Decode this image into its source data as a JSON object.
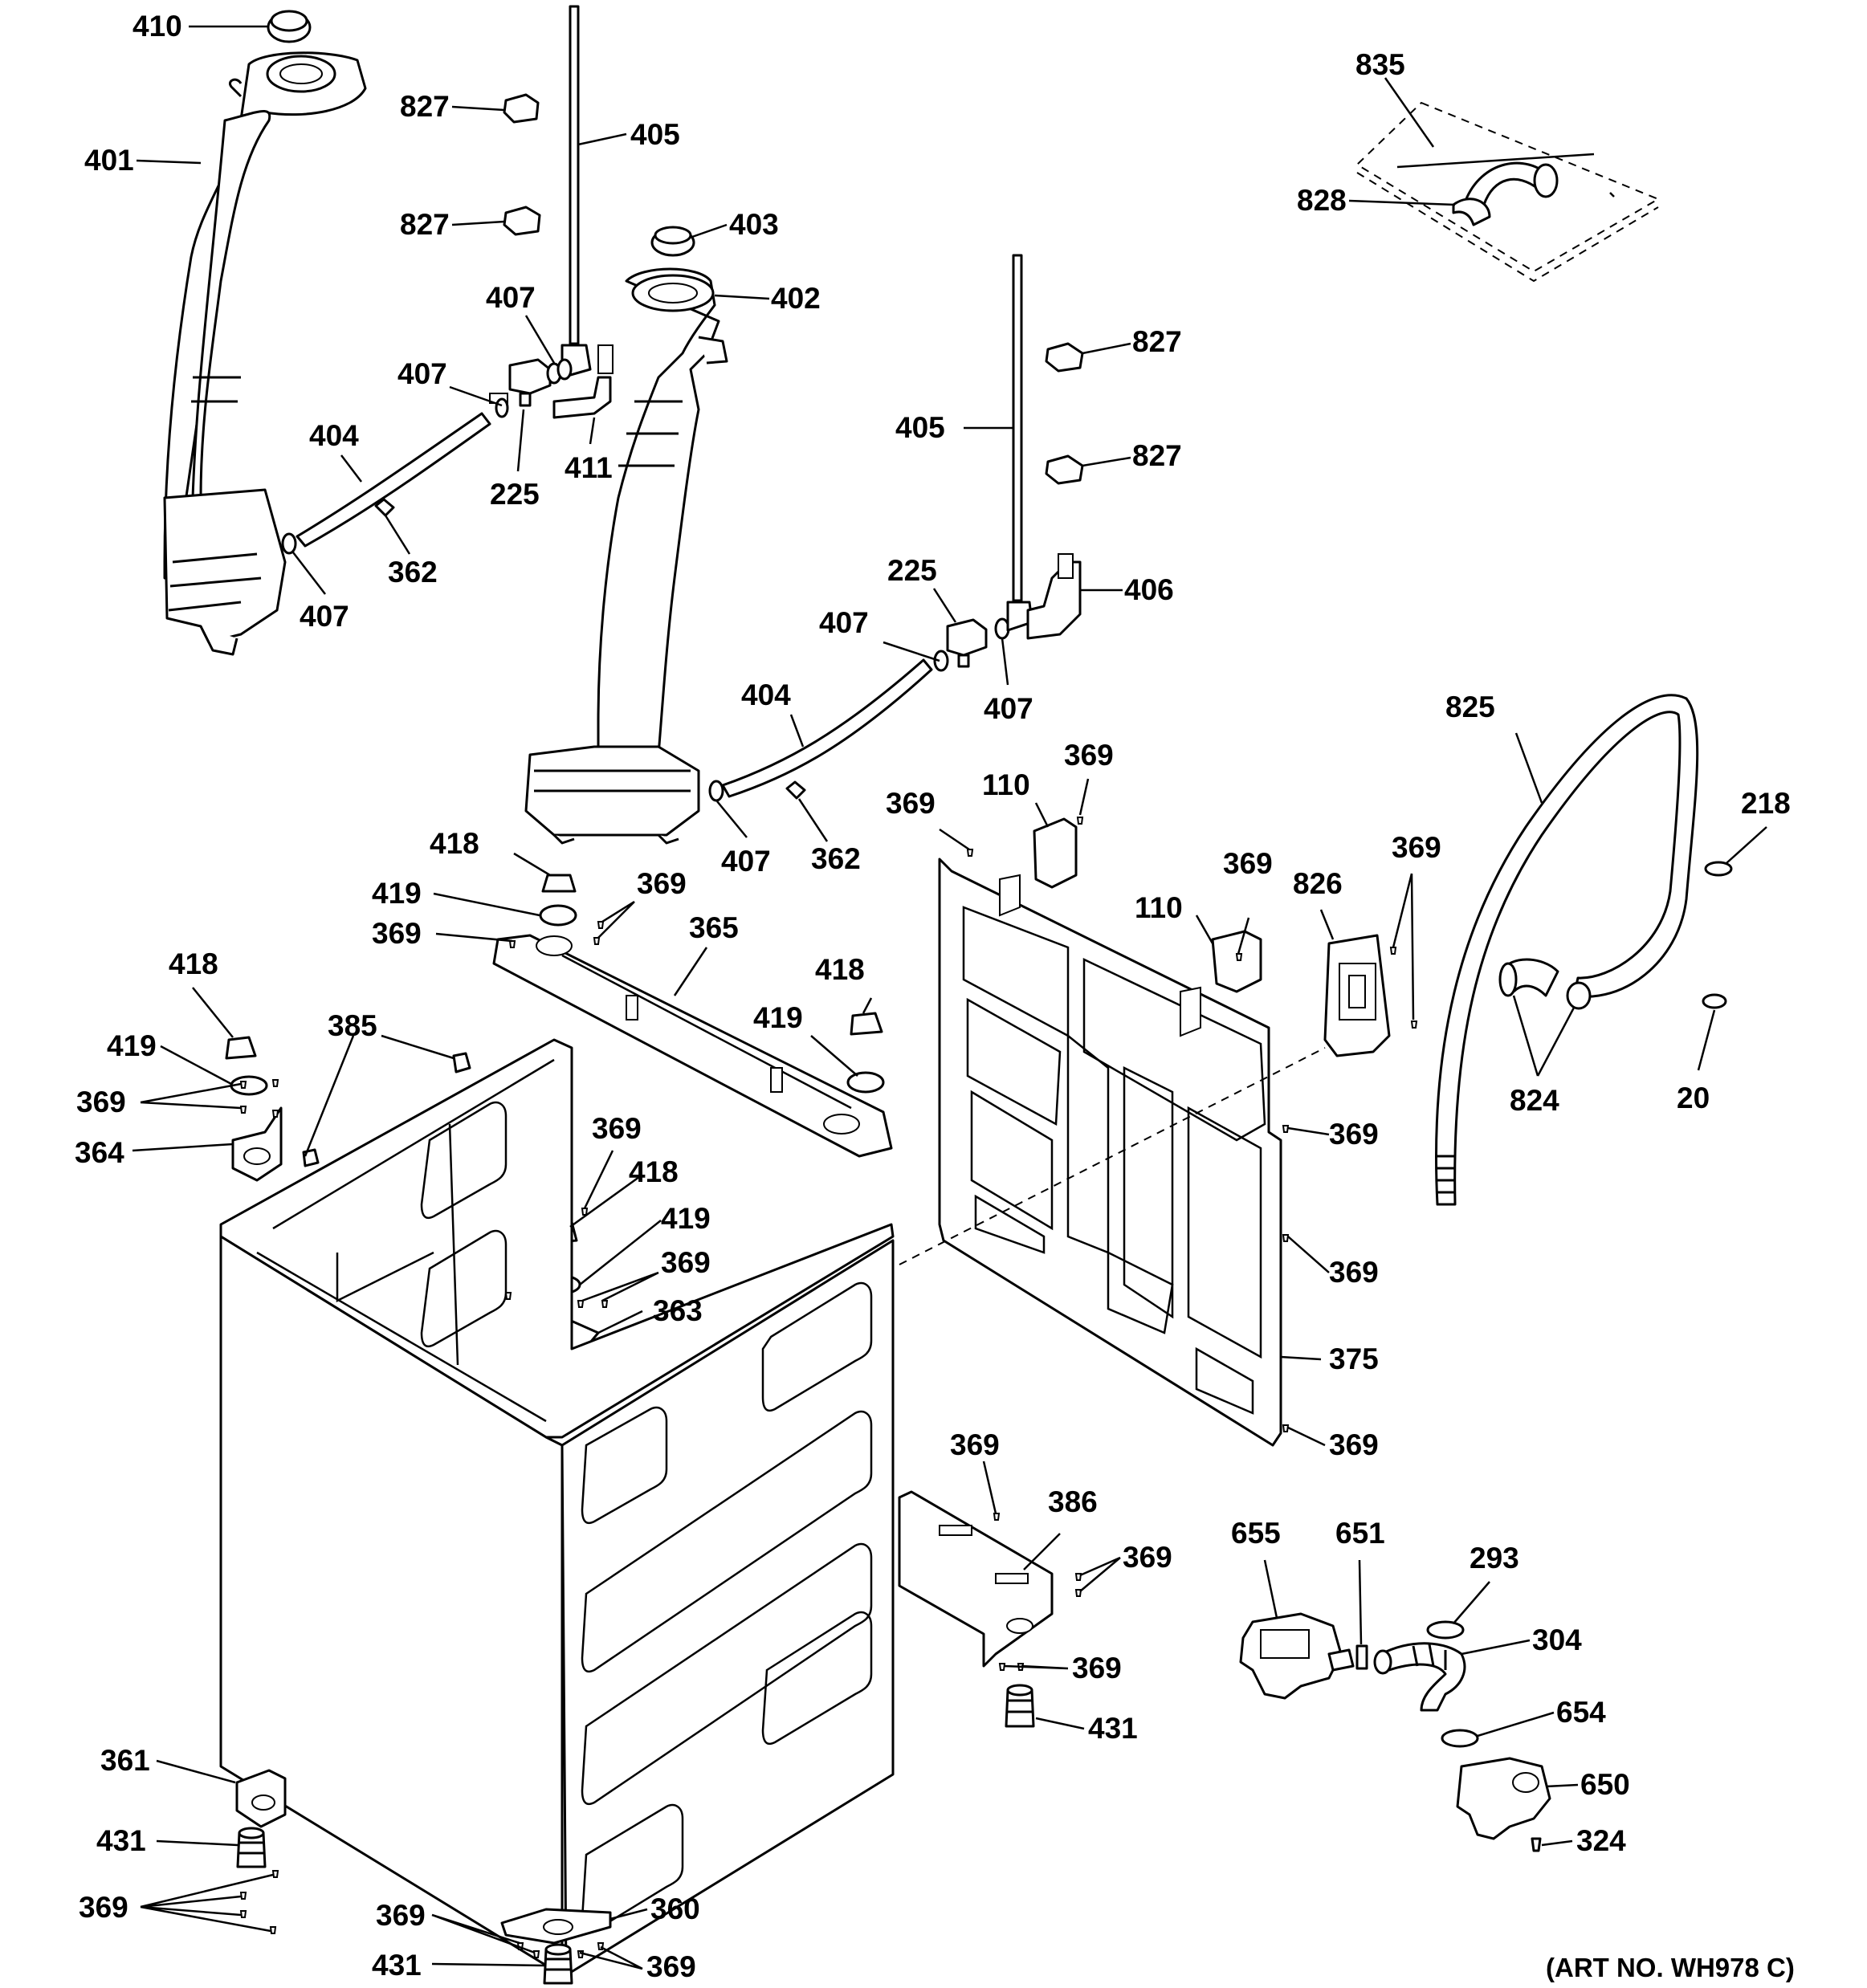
{
  "callouts": [
    {
      "label": "410"
    },
    {
      "label": "401"
    },
    {
      "label": "827"
    },
    {
      "label": "405"
    },
    {
      "label": "827"
    },
    {
      "label": "403"
    },
    {
      "label": "402"
    },
    {
      "label": "407"
    },
    {
      "label": "407"
    },
    {
      "label": "404"
    },
    {
      "label": "225"
    },
    {
      "label": "411"
    },
    {
      "label": "362"
    },
    {
      "label": "407"
    },
    {
      "label": "835"
    },
    {
      "label": "828"
    },
    {
      "label": "827"
    },
    {
      "label": "405"
    },
    {
      "label": "827"
    },
    {
      "label": "225"
    },
    {
      "label": "406"
    },
    {
      "label": "407"
    },
    {
      "label": "407"
    },
    {
      "label": "404"
    },
    {
      "label": "407"
    },
    {
      "label": "362"
    },
    {
      "label": "825"
    },
    {
      "label": "218"
    },
    {
      "label": "369"
    },
    {
      "label": "110"
    },
    {
      "label": "369"
    },
    {
      "label": "110"
    },
    {
      "label": "369"
    },
    {
      "label": "826"
    },
    {
      "label": "369"
    },
    {
      "label": "824"
    },
    {
      "label": "20"
    },
    {
      "label": "418"
    },
    {
      "label": "419"
    },
    {
      "label": "369"
    },
    {
      "label": "369"
    },
    {
      "label": "365"
    },
    {
      "label": "418"
    },
    {
      "label": "419"
    },
    {
      "label": "418"
    },
    {
      "label": "419"
    },
    {
      "label": "385"
    },
    {
      "label": "369"
    },
    {
      "label": "364"
    },
    {
      "label": "369"
    },
    {
      "label": "418"
    },
    {
      "label": "419"
    },
    {
      "label": "369"
    },
    {
      "label": "363"
    },
    {
      "label": "369"
    },
    {
      "label": "369"
    },
    {
      "label": "375"
    },
    {
      "label": "369"
    },
    {
      "label": "369"
    },
    {
      "label": "386"
    },
    {
      "label": "369"
    },
    {
      "label": "369"
    },
    {
      "label": "431"
    },
    {
      "label": "655"
    },
    {
      "label": "651"
    },
    {
      "label": "293"
    },
    {
      "label": "304"
    },
    {
      "label": "654"
    },
    {
      "label": "650"
    },
    {
      "label": "324"
    },
    {
      "label": "361"
    },
    {
      "label": "431"
    },
    {
      "label": "369"
    },
    {
      "label": "369"
    },
    {
      "label": "360"
    },
    {
      "label": "369"
    },
    {
      "label": "431"
    }
  ],
  "art_number": "(ART NO. WH978 C)"
}
